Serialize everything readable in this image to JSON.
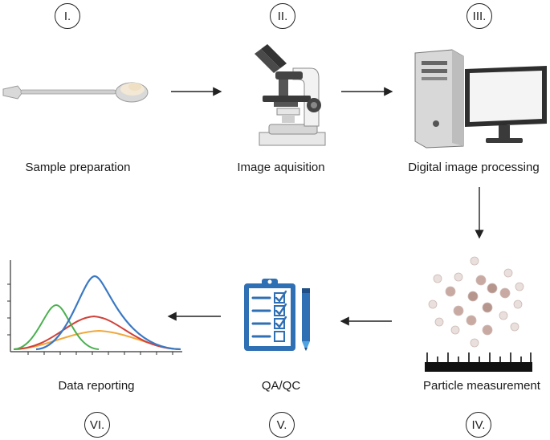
{
  "steps": [
    {
      "numeral": "I.",
      "label": "Sample preparation"
    },
    {
      "numeral": "II.",
      "label": "Image aquisition"
    },
    {
      "numeral": "III.",
      "label": "Digital image processing"
    },
    {
      "numeral": "IV.",
      "label": "Particle measurement"
    },
    {
      "numeral": "V.",
      "label": "QA/QC"
    },
    {
      "numeral": "VI.",
      "label": "Data reporting"
    }
  ],
  "icons": {
    "step1": "spatula-with-powder-icon",
    "step2": "microscope-icon",
    "step3": "desktop-computer-icon",
    "step4": "particles-and-ruler-icon",
    "step5": "clipboard-checklist-pencil-icon",
    "step6": "distribution-curves-icon"
  },
  "colors": {
    "arrow": "#222222",
    "clipboard": "#2f6fb3",
    "curve_green": "#4caf50",
    "curve_blue": "#3a78c4",
    "curve_red": "#d0413a",
    "curve_orange": "#f0a83c"
  }
}
